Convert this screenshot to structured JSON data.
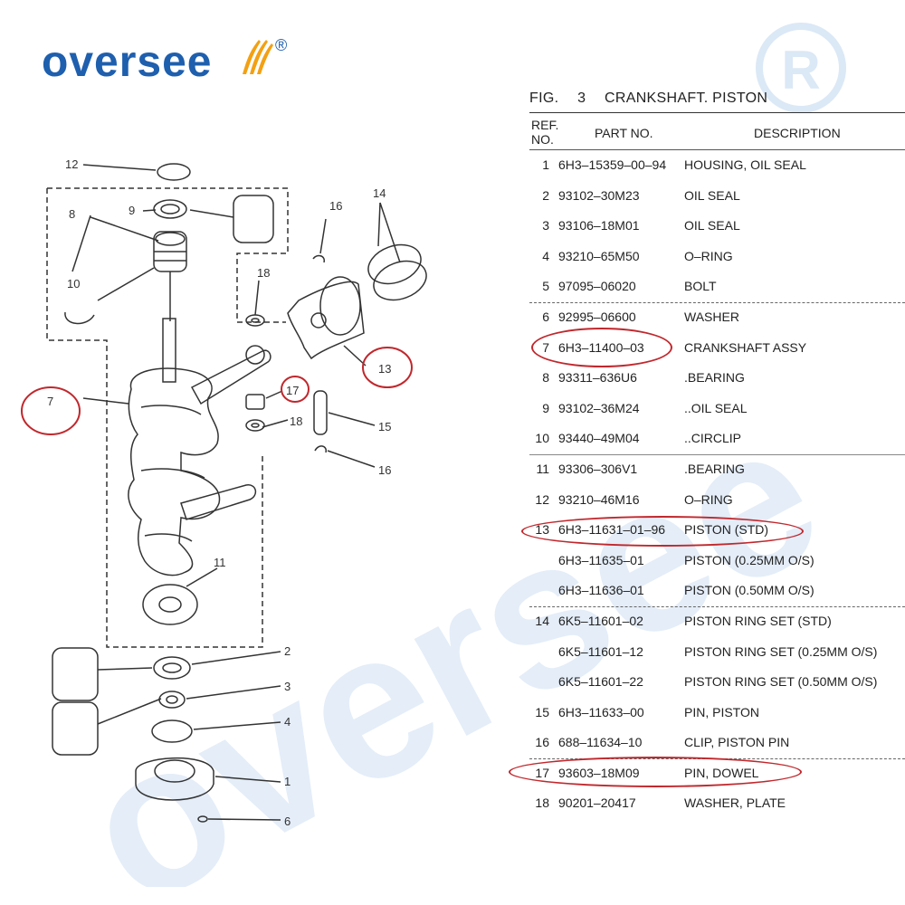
{
  "brand": {
    "name": "oversee",
    "mark": "®",
    "watermark_text": "oversee",
    "color": "#1e5fae",
    "accent": "#f3a012"
  },
  "diagram": {
    "callouts": [
      "12",
      "9",
      "8",
      "10",
      "7",
      "18",
      "16",
      "14",
      "13",
      "17",
      "18",
      "15",
      "16",
      "11",
      "2",
      "3",
      "4",
      "1",
      "6"
    ]
  },
  "figure": {
    "fig_label": "FIG.",
    "fig_number": "3",
    "fig_title": "CRANKSHAFT. PISTON"
  },
  "table": {
    "headers": {
      "ref": "REF. NO.",
      "part_no": "PART NO.",
      "description": "DESCRIPTION"
    },
    "rows": [
      {
        "ref": "1",
        "part_no": "6H3–15359–00–94",
        "description": "HOUSING, OIL SEAL"
      },
      {
        "ref": "2",
        "part_no": "93102–30M23",
        "description": "OIL SEAL"
      },
      {
        "ref": "3",
        "part_no": "93106–18M01",
        "description": "OIL SEAL"
      },
      {
        "ref": "4",
        "part_no": "93210–65M50",
        "description": "O–RING"
      },
      {
        "ref": "5",
        "part_no": "97095–06020",
        "description": "BOLT"
      },
      {
        "ref": "6",
        "part_no": "92995–06600",
        "description": "WASHER"
      },
      {
        "ref": "7",
        "part_no": "6H3–11400–03",
        "description": "CRANKSHAFT ASSY"
      },
      {
        "ref": "8",
        "part_no": "93311–636U6",
        "description": ".BEARING"
      },
      {
        "ref": "9",
        "part_no": "93102–36M24",
        "description": "..OIL SEAL"
      },
      {
        "ref": "10",
        "part_no": "93440–49M04",
        "description": "..CIRCLIP"
      },
      {
        "ref": "11",
        "part_no": "93306–306V1",
        "description": ".BEARING"
      },
      {
        "ref": "12",
        "part_no": "93210–46M16",
        "description": "O–RING"
      },
      {
        "ref": "13",
        "part_no": "6H3–11631–01–96",
        "description": "PISTON (STD)"
      },
      {
        "ref": "",
        "part_no": "6H3–11635–01",
        "description": "PISTON (0.25MM O/S)"
      },
      {
        "ref": "",
        "part_no": "6H3–11636–01",
        "description": "PISTON (0.50MM O/S)"
      },
      {
        "ref": "14",
        "part_no": "6K5–11601–02",
        "description": "PISTON RING SET (STD)"
      },
      {
        "ref": "",
        "part_no": "6K5–11601–12",
        "description": "PISTON RING SET (0.25MM O/S)"
      },
      {
        "ref": "",
        "part_no": "6K5–11601–22",
        "description": "PISTON RING SET (0.50MM O/S)"
      },
      {
        "ref": "15",
        "part_no": "6H3–11633–00",
        "description": "PIN, PISTON"
      },
      {
        "ref": "16",
        "part_no": "688–11634–10",
        "description": "CLIP, PISTON PIN"
      },
      {
        "ref": "17",
        "part_no": "93603–18M09",
        "description": "PIN, DOWEL"
      },
      {
        "ref": "18",
        "part_no": "90201–20417",
        "description": "WASHER, PLATE"
      }
    ],
    "highlighted_refs": [
      "7",
      "13",
      "17"
    ]
  },
  "colors": {
    "highlight": "#c0282d",
    "line": "#333333"
  }
}
